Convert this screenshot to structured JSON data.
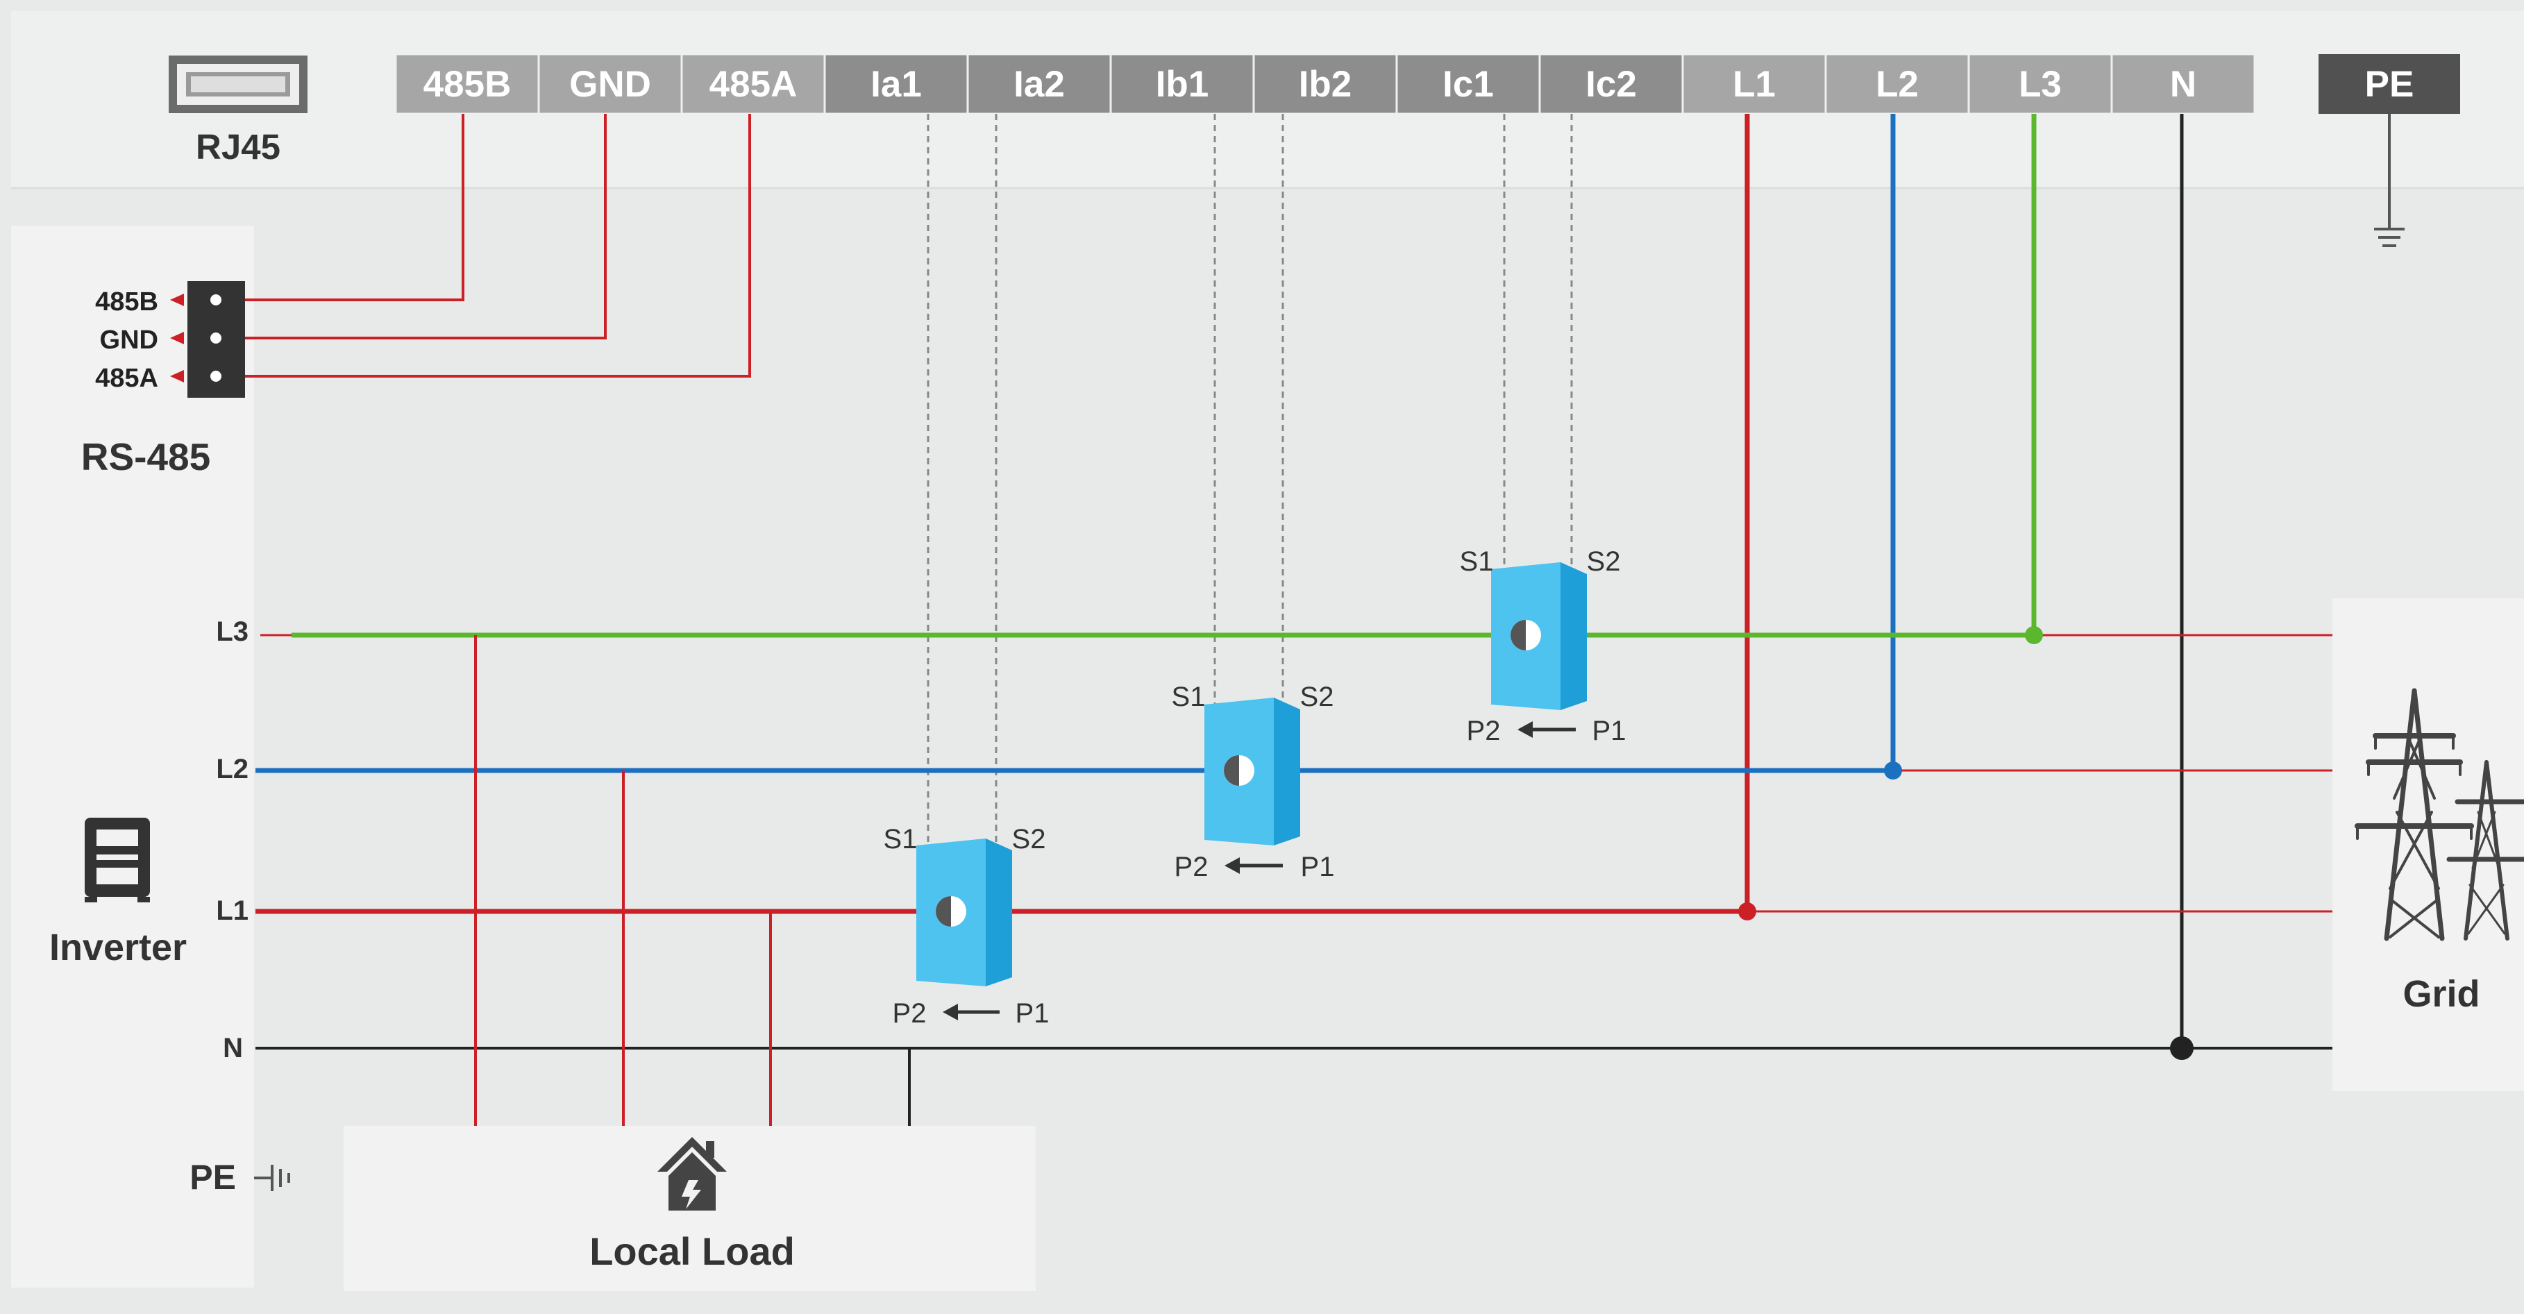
{
  "terminal_block": {
    "rj45_label": "RJ45",
    "pe_label": "PE",
    "terminals": [
      {
        "label": "485B",
        "group": "comm"
      },
      {
        "label": "GND",
        "group": "comm"
      },
      {
        "label": "485A",
        "group": "comm"
      },
      {
        "label": "Ia1",
        "group": "ct"
      },
      {
        "label": "Ia2",
        "group": "ct"
      },
      {
        "label": "Ib1",
        "group": "ct"
      },
      {
        "label": "Ib2",
        "group": "ct"
      },
      {
        "label": "Ic1",
        "group": "ct"
      },
      {
        "label": "Ic2",
        "group": "ct"
      },
      {
        "label": "L1",
        "group": "power"
      },
      {
        "label": "L2",
        "group": "power"
      },
      {
        "label": "L3",
        "group": "power"
      },
      {
        "label": "N",
        "group": "power"
      }
    ]
  },
  "rs485": {
    "title": "RS-485",
    "pins": [
      "485B",
      "GND",
      "485A"
    ]
  },
  "inverter": {
    "label": "Inverter",
    "lines": [
      "L3",
      "L2",
      "L1",
      "N"
    ],
    "pe_label": "PE"
  },
  "local_load": {
    "label": "Local Load"
  },
  "grid": {
    "label": "Grid"
  },
  "current_transformers": [
    {
      "phase": "L1",
      "s1": "S1",
      "s2": "S2",
      "p2": "P2",
      "p1": "P1"
    },
    {
      "phase": "L2",
      "s1": "S1",
      "s2": "S2",
      "p2": "P2",
      "p1": "P1"
    },
    {
      "phase": "L3",
      "s1": "S1",
      "s2": "S2",
      "p2": "P2",
      "p1": "P1"
    }
  ],
  "colors": {
    "background": "#e8eae9",
    "header_bg": "#eef0ef",
    "panel_bg": "#f1f2f1",
    "terminal_comm": "#a6a6a6",
    "terminal_ct": "#8d8d8d",
    "terminal_power": "#a6a6a6",
    "terminal_pe": "#515151",
    "l1_wire": "#cc1f26",
    "l2_wire": "#1c70c0",
    "l3_wire": "#5bb82e",
    "neutral_wire": "#222222",
    "rs485_wire": "#cc1f26",
    "ct_body": "#4ec3f0",
    "ct_dark": "#1e9fd8"
  }
}
